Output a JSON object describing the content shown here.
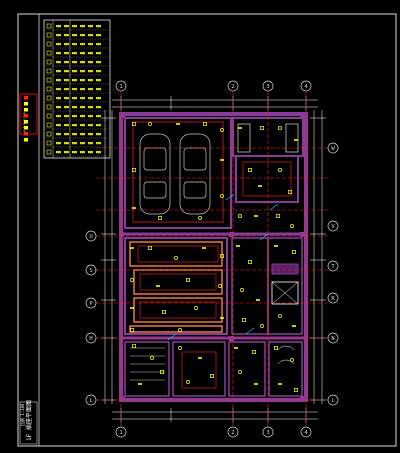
{
  "drawing": {
    "title_vertical": "1F 插座平面图",
    "scale_vertical": "比例 1:100",
    "colors": {
      "background": "#000000",
      "frame": "#ffffff",
      "frame_red": "#e8001c",
      "wall": "#8a3a9a",
      "wall_fill": "#5a1f6a",
      "annotation": "#ffff00",
      "dimension": "#ffffff",
      "grid_circle": "#4aa0ff",
      "red": "#ff2020",
      "orange": "#ff8040",
      "cyan": "#00e0ff",
      "green": "#30ff30"
    }
  },
  "grid": {
    "top_labels": [
      "1",
      "2",
      "3",
      "4"
    ],
    "bottom_labels": [
      "1",
      "2",
      "3",
      "4"
    ],
    "left_labels": [
      "U",
      "S",
      "P",
      "H",
      "L"
    ],
    "right_labels": [
      "W",
      "V",
      "T",
      "R",
      "N",
      "L"
    ]
  },
  "rooms": [
    {
      "id": "garage",
      "label": ""
    },
    {
      "id": "living-hall",
      "label": ""
    },
    {
      "id": "bath",
      "label": ""
    },
    {
      "id": "stair",
      "label": ""
    }
  ],
  "legend_sheet": {
    "items": [
      "",
      "",
      "",
      "",
      "",
      "",
      "",
      "",
      ""
    ]
  }
}
